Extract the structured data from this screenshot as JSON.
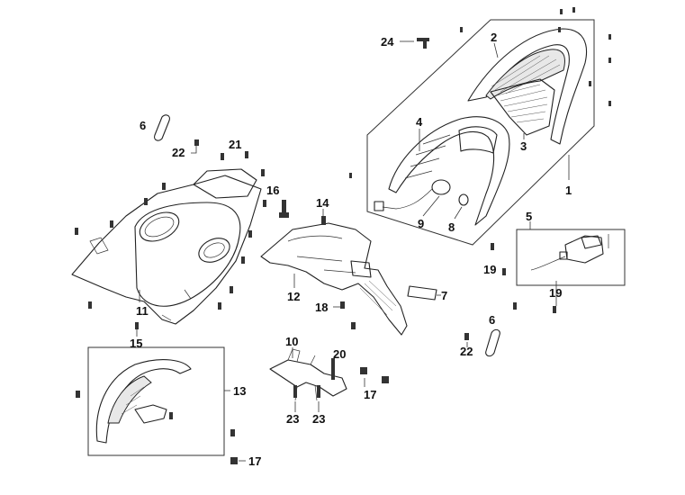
{
  "callouts": [
    {
      "id": "c24",
      "text": "24"
    },
    {
      "id": "c2",
      "text": "2"
    },
    {
      "id": "c4",
      "text": "4"
    },
    {
      "id": "c3",
      "text": "3"
    },
    {
      "id": "c1",
      "text": "1"
    },
    {
      "id": "c9",
      "text": "9"
    },
    {
      "id": "c8",
      "text": "8"
    },
    {
      "id": "c5",
      "text": "5"
    },
    {
      "id": "c19a",
      "text": "19"
    },
    {
      "id": "c19b",
      "text": "19"
    },
    {
      "id": "c6a",
      "text": "6"
    },
    {
      "id": "c22a",
      "text": "22"
    },
    {
      "id": "c21",
      "text": "21"
    },
    {
      "id": "c16",
      "text": "16"
    },
    {
      "id": "c14",
      "text": "14"
    },
    {
      "id": "c12",
      "text": "12"
    },
    {
      "id": "c7",
      "text": "7"
    },
    {
      "id": "c18",
      "text": "18"
    },
    {
      "id": "c11",
      "text": "11"
    },
    {
      "id": "c15",
      "text": "15"
    },
    {
      "id": "c6b",
      "text": "6"
    },
    {
      "id": "c22b",
      "text": "22"
    },
    {
      "id": "c10",
      "text": "10"
    },
    {
      "id": "c20",
      "text": "20"
    },
    {
      "id": "c17a",
      "text": "17"
    },
    {
      "id": "c13",
      "text": "13"
    },
    {
      "id": "c23a",
      "text": "23"
    },
    {
      "id": "c23b",
      "text": "23"
    },
    {
      "id": "c17b",
      "text": "17"
    }
  ]
}
